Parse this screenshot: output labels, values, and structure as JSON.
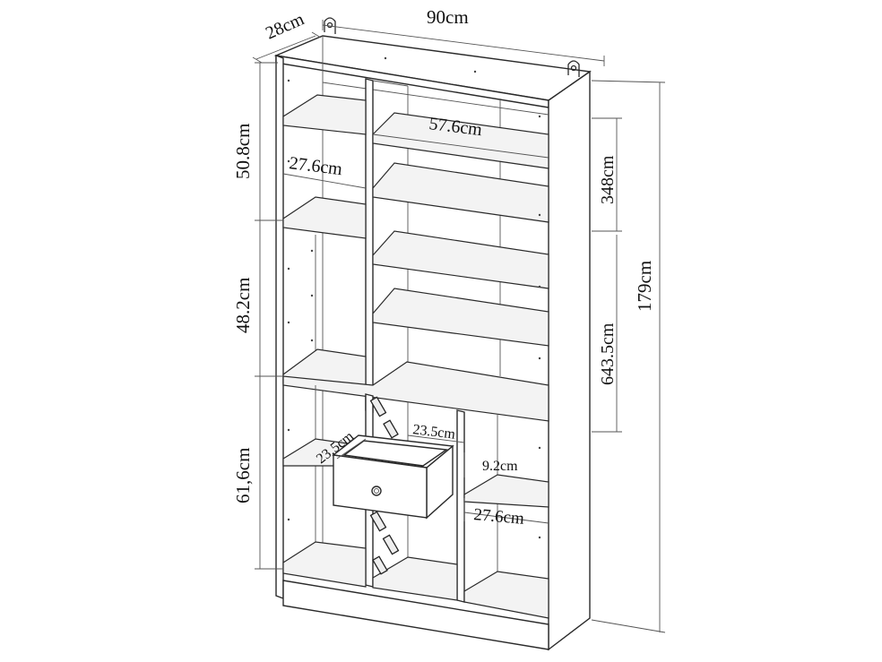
{
  "figure": {
    "labels": {
      "depth": "28cm",
      "width": "90cm",
      "top_height": "50.8cm",
      "mid_height": "48.2cm",
      "bottom_height": "61,6cm",
      "inner_width_center": "57.6cm",
      "inner_width_left": "27.6cm",
      "drawer_depth_left": "23.5cm",
      "drawer_depth_right": "23.5cm",
      "drawer_height": "9.2cm",
      "bottom_right_width": "27.6cm",
      "right_upper": "348cm",
      "right_middle": "643.5cm",
      "total_height": "179cm"
    }
  }
}
